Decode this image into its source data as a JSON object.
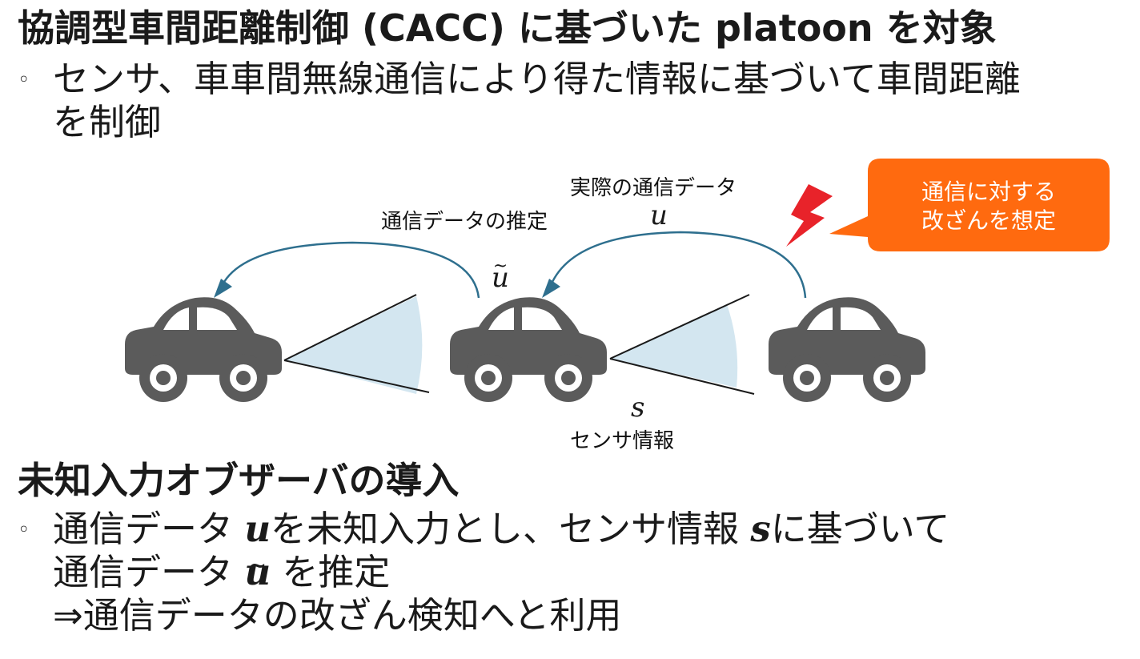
{
  "heading_1": "協調型車間距離制御 (CACC) に基づいた platoon を対象",
  "bullet_1": {
    "line_1": "センサ、車車間無線通信により得た情報に基づいて車間距離",
    "line_2": "を制御"
  },
  "diagram": {
    "actual_comm_label": "実際の通信データ",
    "actual_comm_symbol": "u",
    "estimate_label": "通信データの推定",
    "estimate_symbol": "u",
    "sensor_symbol": "s",
    "sensor_label": "センサ情報",
    "callout": {
      "line_1": "通信に対する",
      "line_2": "改ざんを想定"
    },
    "colors": {
      "car": "#5b5b5b",
      "arrow": "#2e6f8e",
      "sensor_fill": "#d3e6f0",
      "callout": "#ff6a0f",
      "lightning": "#e8232a"
    },
    "icons": [
      "car-icon",
      "car-icon",
      "car-icon",
      "lightning-icon"
    ]
  },
  "heading_2": "未知入力オブザーバの導入",
  "bullet_2": {
    "line_1_pre": "通信データ ",
    "line_1_u": "u",
    "line_1_mid": "を未知入力とし、センサ情報 ",
    "line_1_s": "s",
    "line_1_post": "に基づいて",
    "line_2_pre": "通信データ ",
    "line_2_u": "u",
    "line_2_post": " を推定",
    "line_3": "⇒通信データの改ざん検知へと利用"
  }
}
